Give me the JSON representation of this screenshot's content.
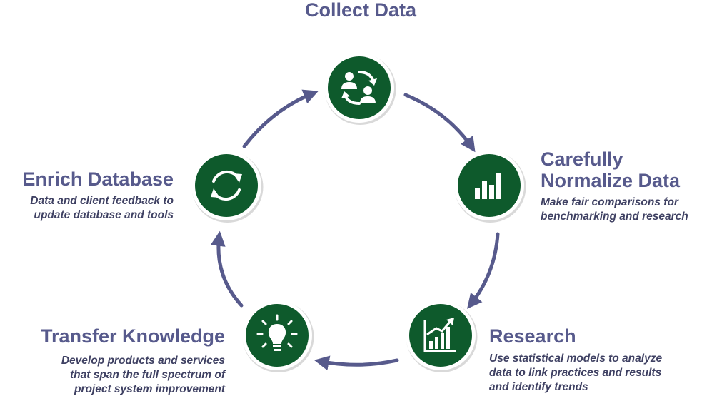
{
  "colors": {
    "node_fill": "#0e5a2c",
    "node_ring": "#ffffff",
    "node_shadow": "#b9b9b9",
    "arrow": "#575a8c",
    "title_text": "#575a8c",
    "desc_text": "#3f4163",
    "icon": "#ffffff"
  },
  "stages": [
    {
      "id": "collect",
      "title": "Collect Data",
      "description": "",
      "icon": "people-exchange-icon"
    },
    {
      "id": "normalize",
      "title": "Carefully\nNormalize Data",
      "description": "Make fair comparisons for\nbenchmarking and research",
      "icon": "bar-chart-icon"
    },
    {
      "id": "research",
      "title": "Research",
      "description": "Use statistical models to analyze\ndata to link practices and results\nand identify trends",
      "icon": "trending-chart-icon"
    },
    {
      "id": "transfer",
      "title": "Transfer Knowledge",
      "description": "Develop products and services\nthat span the full spectrum of\nproject system improvement",
      "icon": "lightbulb-icon"
    },
    {
      "id": "enrich",
      "title": "Enrich Database",
      "description": "Data and client feedback to\nupdate database and tools",
      "icon": "refresh-cycle-icon"
    }
  ]
}
